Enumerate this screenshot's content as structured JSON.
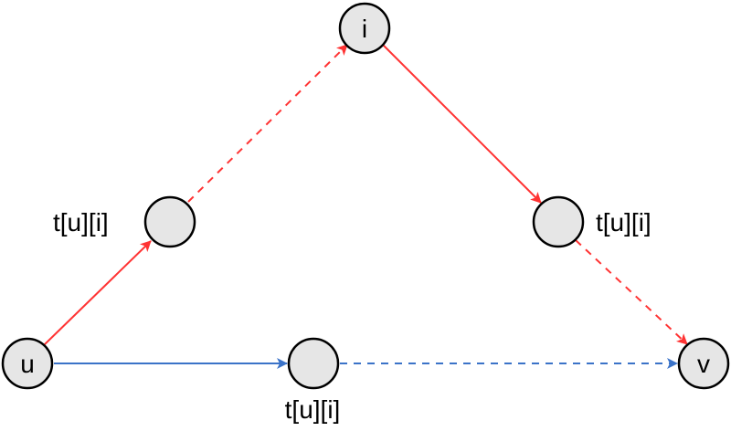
{
  "nodes": {
    "u": {
      "label": "u"
    },
    "i": {
      "label": "i"
    },
    "v": {
      "label": "v"
    }
  },
  "edge_labels": {
    "left_mid": "t[u][i]",
    "right_mid": "t[u][i]",
    "bottom_mid": "t[u][i]"
  },
  "colors": {
    "red_path": "#ff3333",
    "blue_path": "#3b73c8",
    "node_fill": "#e6e6e6",
    "node_stroke": "#000000"
  }
}
